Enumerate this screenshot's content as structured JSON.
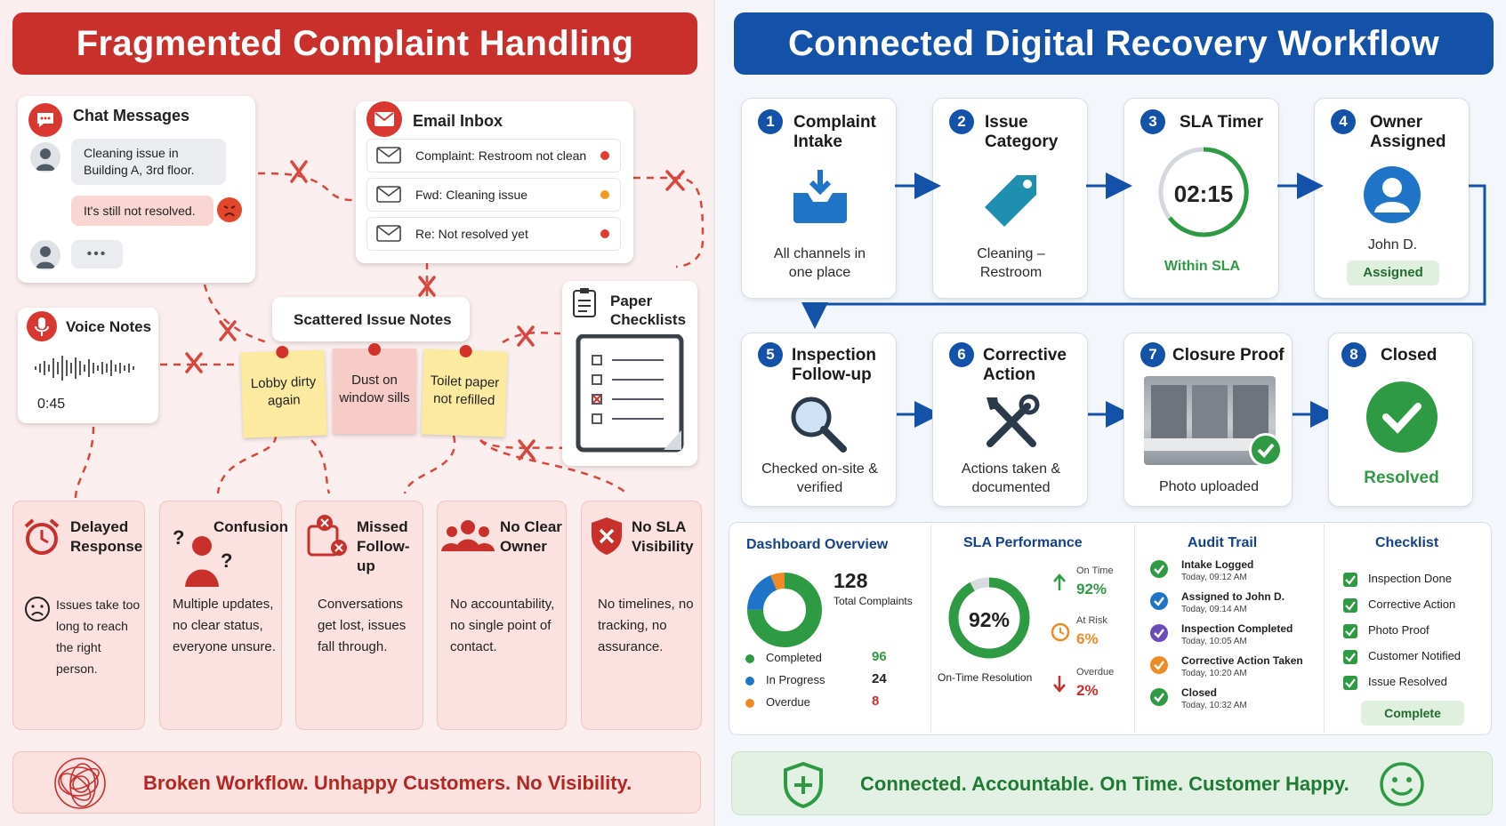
{
  "left": {
    "title": "Fragmented Complaint Handling",
    "chat": {
      "title": "Chat Messages",
      "message_1": "Cleaning issue in Building A, 3rd floor.",
      "message_2": "It's still not resolved.",
      "typing": "•••"
    },
    "email": {
      "title": "Email Inbox",
      "rows": [
        {
          "subject": "Complaint: Restroom not clean",
          "color": "#e03a2f"
        },
        {
          "subject": "Fwd: Cleaning issue",
          "color": "#f39a1f"
        },
        {
          "subject": "Re: Not resolved yet",
          "color": "#e03a2f"
        }
      ]
    },
    "voice": {
      "title": "Voice Notes",
      "duration": "0:45"
    },
    "scattered": {
      "title": "Scattered Issue Notes",
      "notes": [
        "Lobby dirty again",
        "Dust on window sills",
        "Toilet paper not refilled"
      ]
    },
    "paper": {
      "title": "Paper Checklists"
    },
    "problems": [
      {
        "title": "Delayed Response",
        "desc": "Issues take too long to reach the right person."
      },
      {
        "title": "Confusion",
        "desc": "Multiple updates, no clear status, everyone unsure."
      },
      {
        "title": "Missed Follow-up",
        "desc": "Conversations get lost, issues fall through."
      },
      {
        "title": "No Clear Owner",
        "desc": "No accountability, no single point of contact."
      },
      {
        "title": "No SLA Visibility",
        "desc": "No timelines, no tracking, no assurance."
      }
    ],
    "footer": "Broken Workflow. Unhappy Customers. No Visibility."
  },
  "right": {
    "title": "Connected Digital Recovery Workflow",
    "steps": [
      {
        "num": "1",
        "title": "Complaint Intake",
        "desc": "All channels in one place"
      },
      {
        "num": "2",
        "title": "Issue Category",
        "desc": "Cleaning – Restroom"
      },
      {
        "num": "3",
        "title": "SLA Timer",
        "timer": "02:15",
        "desc": "Within SLA"
      },
      {
        "num": "4",
        "title": "Owner Assigned",
        "owner": "John D.",
        "badge": "Assigned"
      },
      {
        "num": "5",
        "title": "Inspection Follow-up",
        "desc": "Checked on-site & verified"
      },
      {
        "num": "6",
        "title": "Corrective Action",
        "desc": "Actions taken & documented"
      },
      {
        "num": "7",
        "title": "Closure Proof",
        "desc": "Photo uploaded"
      },
      {
        "num": "8",
        "title": "Closed",
        "desc": "Resolved"
      }
    ],
    "dashboard": {
      "title": "Dashboard Overview",
      "total": "128",
      "total_label": "Total Complaints",
      "chart_data": {
        "type": "pie",
        "categories": [
          "Completed",
          "In Progress",
          "Overdue"
        ],
        "values": [
          96,
          24,
          8
        ],
        "colors": [
          "#2e9b44",
          "#1f74c8",
          "#f08a24"
        ]
      }
    },
    "sla": {
      "title": "SLA Performance",
      "percent": "92%",
      "caption": "On-Time Resolution",
      "ring_fraction": 0.92,
      "on_time_label": "On Time",
      "on_time": "92%",
      "at_risk_label": "At Risk",
      "at_risk": "6%",
      "overdue_label": "Overdue",
      "overdue": "2%"
    },
    "audit": {
      "title": "Audit Trail",
      "items": [
        {
          "title": "Intake Logged",
          "time": "Today, 09:12 AM",
          "color": "#2e9b44"
        },
        {
          "title": "Assigned to John D.",
          "time": "Today, 09:14 AM",
          "color": "#1f74c8"
        },
        {
          "title": "Inspection Completed",
          "time": "Today, 10:05 AM",
          "color": "#6b4bb8"
        },
        {
          "title": "Corrective Action Taken",
          "time": "Today, 10:20 AM",
          "color": "#f08a24"
        },
        {
          "title": "Closed",
          "time": "Today, 10:32 AM",
          "color": "#2e9b44"
        }
      ]
    },
    "checklist": {
      "title": "Checklist",
      "items": [
        "Inspection Done",
        "Corrective Action",
        "Photo Proof",
        "Customer Notified",
        "Issue Resolved"
      ],
      "button": "Complete"
    },
    "footer": "Connected. Accountable. On Time. Customer Happy."
  },
  "colors": {
    "red": "#c9302c",
    "blue": "#1451a8",
    "green": "#2e9b44"
  }
}
